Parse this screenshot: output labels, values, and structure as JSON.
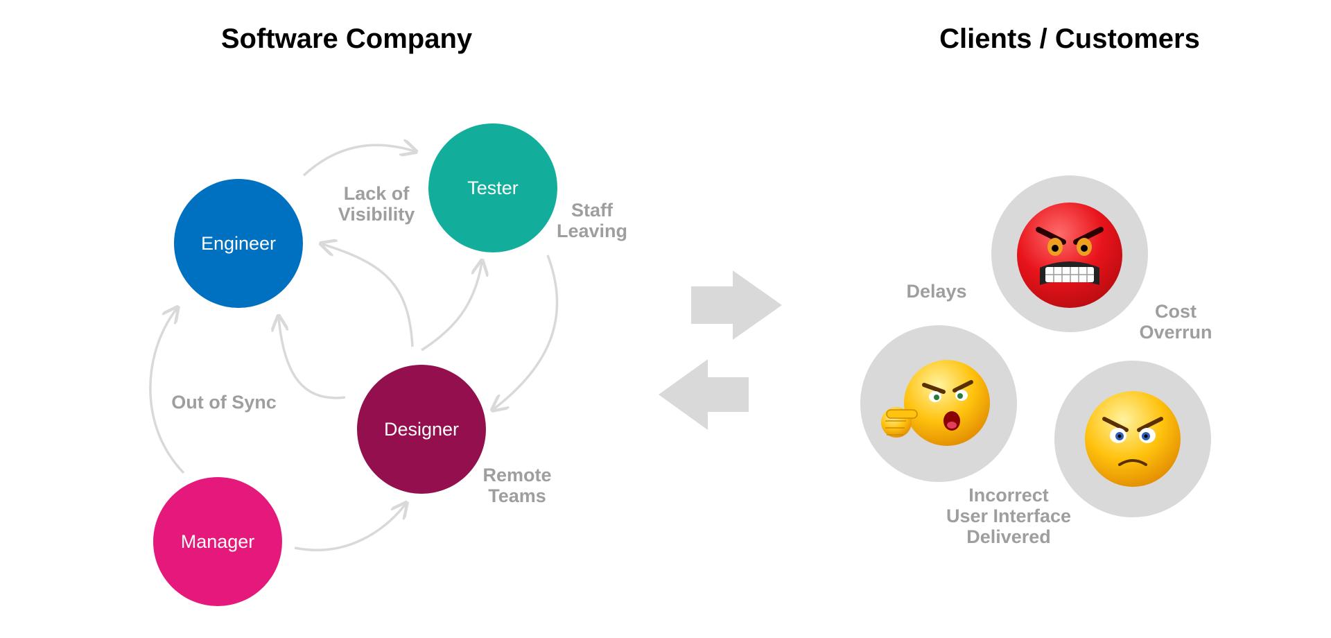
{
  "titles": {
    "left": "Software Company",
    "right": "Clients / Customers"
  },
  "roles": {
    "engineer": {
      "label": "Engineer",
      "color": "#0070c0"
    },
    "tester": {
      "label": "Tester",
      "color": "#12ae9b"
    },
    "designer": {
      "label": "Designer",
      "color": "#930f4e"
    },
    "manager": {
      "label": "Manager",
      "color": "#e5197b"
    }
  },
  "company_issues": {
    "lack_of_visibility": "Lack of\nVisibility",
    "staff_leaving": "Staff\nLeaving",
    "out_of_sync": "Out of Sync",
    "remote_teams": "Remote\nTeams"
  },
  "client_issues": {
    "delays": "Delays",
    "cost_overrun": "Cost\nOverrun",
    "incorrect_ui": "Incorrect\nUser Interface\nDelivered"
  },
  "faces": {
    "furious": "furious-red-face-icon",
    "pointing": "angry-pointing-face-icon",
    "frowning": "frowning-face-icon"
  },
  "colors": {
    "connector": "#d9d9d9",
    "issue_text": "#9e9e9e",
    "face_ring": "#d9d9d9",
    "transfer_arrow": "#d9d9d9"
  }
}
